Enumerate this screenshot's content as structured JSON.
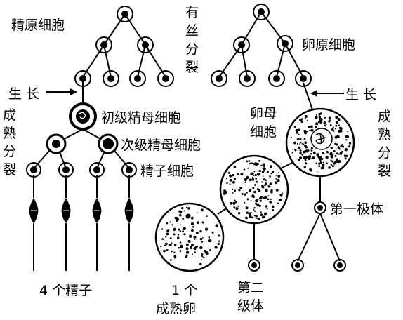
{
  "labels": {
    "spermatogonium": "精原细胞",
    "mitosis": [
      "有",
      "丝",
      "分",
      "裂"
    ],
    "oogonium": "卵原细胞",
    "growth_left": "生 长",
    "growth_right": "生 长",
    "meiosis_left": [
      "成",
      "熟",
      "分",
      "裂"
    ],
    "meiosis_right": [
      "成",
      "熟",
      "分",
      "裂"
    ],
    "primary_spermatocyte": "初级精母细胞",
    "secondary_spermatocyte": "次级精母细胞",
    "spermatid": "精子细胞",
    "oocyte": [
      "卵母",
      "细胞"
    ],
    "first_polar_body": "第一极体",
    "four_sperm": "4 个精子",
    "mature_egg": [
      "1 个",
      "成熟卵"
    ],
    "second_polar_body": [
      "第二",
      "级体"
    ]
  },
  "colors": {
    "ink": "#000000",
    "paper": "#ffffff"
  }
}
